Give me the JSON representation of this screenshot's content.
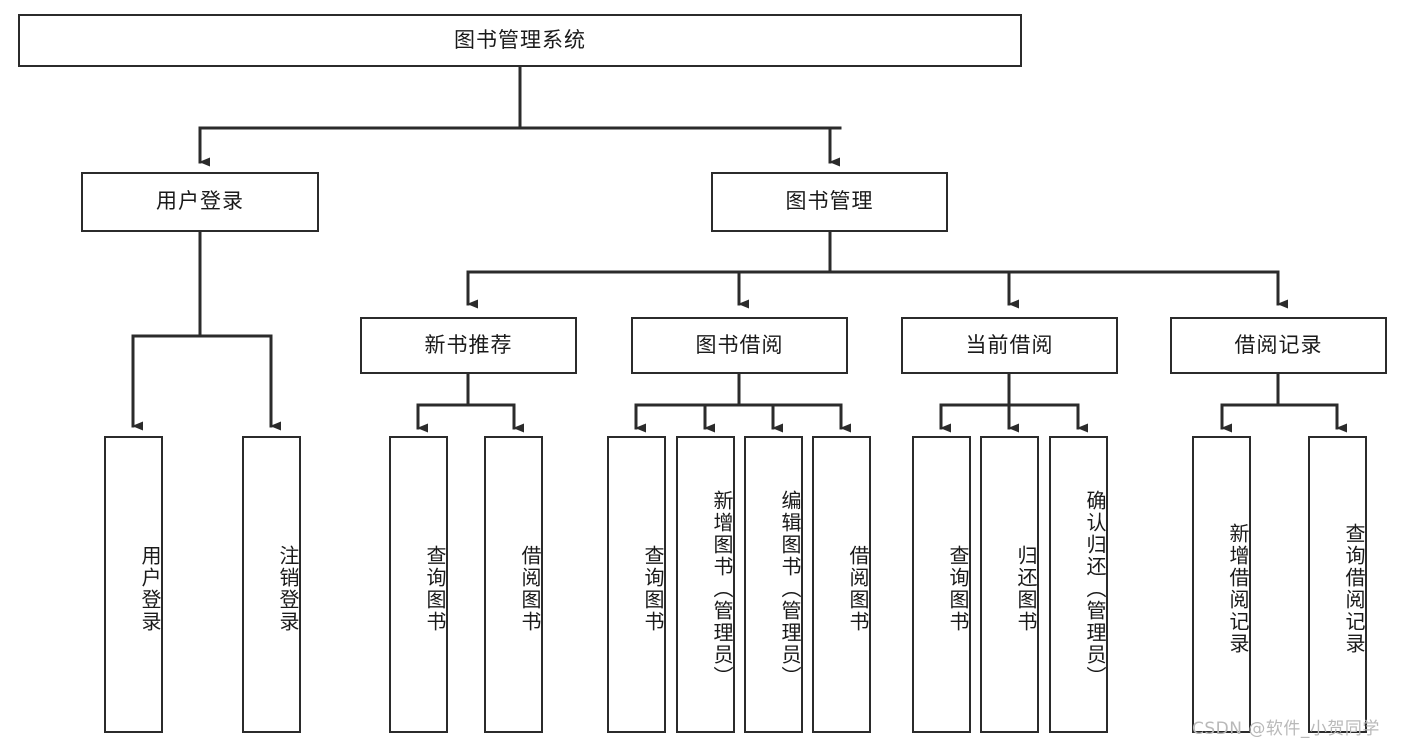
{
  "diagram": {
    "title": "图书管理系统",
    "watermark": "CSDN @软件_小贺同学",
    "line_color": "#2b2b2b",
    "box_fill": "#ffffff",
    "text_color": "#1a1a1a",
    "watermark_color": "#b9b9b9"
  },
  "nodes": {
    "root": {
      "label": "图书管理系统"
    },
    "level1": [
      {
        "label": "用户登录"
      },
      {
        "label": "图书管理"
      }
    ],
    "level2": [
      {
        "label": "新书推荐"
      },
      {
        "label": "图书借阅"
      },
      {
        "label": "当前借阅"
      },
      {
        "label": "借阅记录"
      }
    ],
    "leaves": {
      "user_login": [
        {
          "label": "用户登录"
        },
        {
          "label": "注销登录"
        }
      ],
      "new_book_recommend": [
        {
          "label": "查询图书"
        },
        {
          "label": "借阅图书"
        }
      ],
      "book_borrow": [
        {
          "label": "查询图书"
        },
        {
          "label": "新增图书（管理员）"
        },
        {
          "label": "编辑图书（管理员）"
        },
        {
          "label": "借阅图书"
        }
      ],
      "current_borrow": [
        {
          "label": "查询图书"
        },
        {
          "label": "归还图书"
        },
        {
          "label": "确认归还（管理员）"
        }
      ],
      "borrow_records": [
        {
          "label": "新增借阅记录"
        },
        {
          "label": "查询借阅记录"
        }
      ]
    }
  }
}
